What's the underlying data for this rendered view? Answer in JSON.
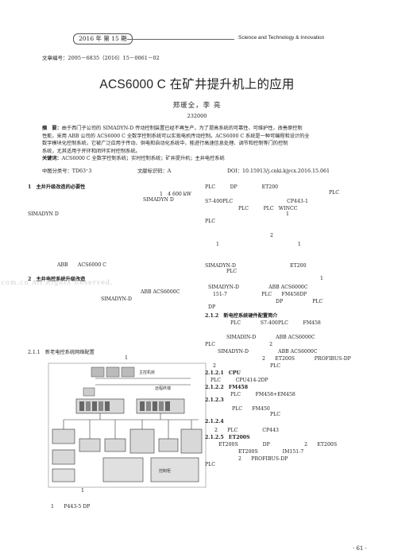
{
  "header": {
    "issue": "2016 年  第 15 期",
    "journal": "Science and Technology & Innovation"
  },
  "article_no": "文章编号：2095－6835（2016）15－0061－02",
  "title": "ACS6000 C 在矿井提升机上的应用",
  "authors": "郑瑗全，李  亮",
  "postal": "232000",
  "abstract": {
    "label": "摘　要：",
    "lines": [
      "由于西门子公司的 SIMADYN-D 传动控制装置已经不再生产，为了提高系统的可靠性、可维护性，改善原控制",
      "性能，采用 ABB 公司的 ACS6000 C 全数字控制系统可以实现电机传动控制。ACS6000 C 系统是一种可编程和设计的全",
      "数字模块化控制系统，它被广泛应用于传动、供电和自动化系统中，能进行高速信息处理、调节和控制等门的控制",
      "系统，尤其适用于开环和闭环实时控制系统。"
    ]
  },
  "keywords": {
    "label": "关键词：",
    "text": "ACS6000 C 全数字控制系统；实时控制系统；矿井提升机；主井电控系统"
  },
  "classification": {
    "clc": "中图分类号：TD63⁺3",
    "doc_code": "文献标识码：A",
    "doi": "DOI：10.15913/j.cnki.kjycx.2016.15.061"
  },
  "left_col": {
    "s1_title": "1　主井升级改造的必要性",
    "l1": "1　4 600 kW",
    "l2": "SIMADYN D",
    "l3": "SIMADYN D",
    "l4": "ABB　　ACS6000 C",
    "s2_title": "2　主井电控系统升级改造",
    "l5": "ABB ACS6000C",
    "l6": "SIMADYN-D",
    "s211": "2.1.1　新老电控系统网络配置",
    "l7": "1",
    "fig_num": "1",
    "fig_caption": "1　　P443-5 DP"
  },
  "watermark": ".com.cn  All Rights Reserved.",
  "diagram_labels": {
    "top": "主控机房",
    "mid": "远程终端",
    "bottom": "控制柜"
  },
  "right_col": [
    "PLC　　　DP　　　　　ET200",
    "PLC",
    "S7-400PLC　　　　　　　　　　　CP443-1",
    "PLC　　　PLC　WINCC",
    "1",
    "PLC",
    "2",
    "1　　　　　　　　　　　　　　　　1",
    "SIMADYN-D　　　　　　　　　　　ET200",
    "PLC",
    "1",
    "SIMADYN-D　　　　　　ABB ACS6000C",
    "151-7　　　　　　　PLC　　FM458DP",
    "DP　　　　　　PLC",
    "DP",
    "2.1.2　新电控系统硬件配置简介",
    "PLC　　　　S7-400PLC　　　FM458",
    "SIMADIN-D　　　　ABB ACS6000C",
    "PLC　　　　　　　　　　　2",
    "SIMADYN-D　　　　　　ABB ACS6000C",
    "2　　ET200S　　　　PROFIBUS-DP",
    "2　　　　　　　　　　　PLC",
    "2.1.2.1　CPU",
    "PLC　　　CPU414-2DP",
    "2.1.2.2　FM458",
    "PLC　　　FM458+EM458",
    "2.1.2.3",
    "PLC　　FM450",
    "PLC",
    "2.1.2.4",
    "2　　PLC　　　　　CP443",
    "2.1.2.5　ET200S",
    "ET200S　　　　　DP　　　　　　　2　　ET200S",
    "ET200S　　　　　IM151-7",
    "2　　PROFIBUS-DP",
    "PLC"
  ],
  "page_number": "· 61 ·"
}
